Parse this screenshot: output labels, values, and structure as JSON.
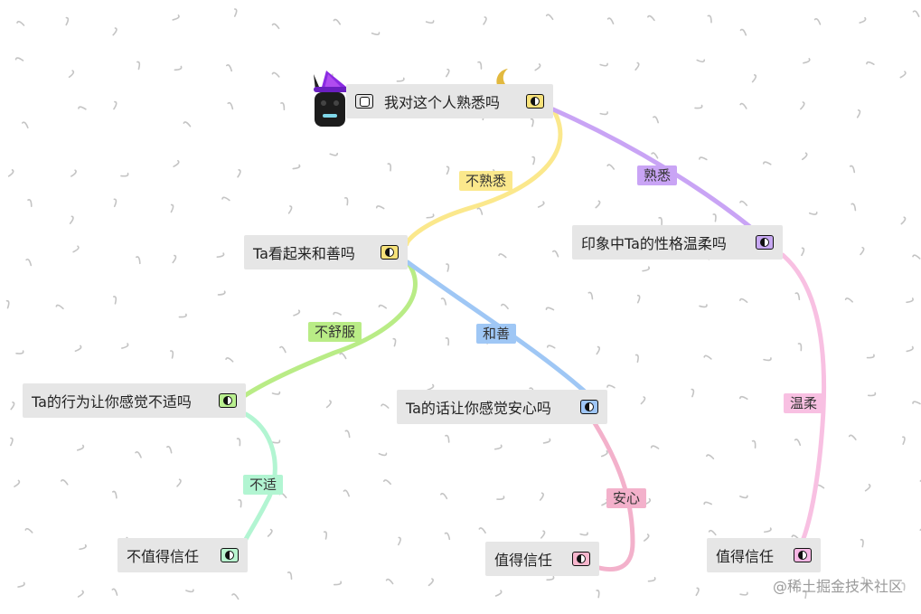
{
  "nodes": {
    "root": {
      "label": "我对这个人熟悉吗",
      "toggle_color": "#f7e27a"
    },
    "kind": {
      "label": "Ta看起来和善吗",
      "toggle_color": "#f7e27a"
    },
    "gentle": {
      "label": "印象中Ta的性格温柔吗",
      "toggle_color": "#c7a8f2"
    },
    "behavior": {
      "label": "Ta的行为让你感觉不适吗",
      "toggle_color": "#b9ef8f"
    },
    "words": {
      "label": "Ta的话让你感觉安心吗",
      "toggle_color": "#9fc6f7"
    },
    "untrust": {
      "label": "不值得信任",
      "toggle_color": "#b9f5cf"
    },
    "trust1": {
      "label": "值得信任",
      "toggle_color": "#f7b6cd"
    },
    "trust2": {
      "label": "值得信任",
      "toggle_color": "#f7b6e4"
    }
  },
  "edges": {
    "unfamiliar": {
      "label": "不熟悉",
      "color": "#fbe88c"
    },
    "familiar": {
      "label": "熟悉",
      "color": "#c9a4f5"
    },
    "uncomfortable": {
      "label": "不舒服",
      "color": "#b9ec86"
    },
    "kind": {
      "label": "和善",
      "color": "#9fc7f5"
    },
    "gentle": {
      "label": "温柔",
      "color": "#f8c0e2"
    },
    "unsuitable": {
      "label": "不适",
      "color": "#b2f5d2"
    },
    "reassured": {
      "label": "安心",
      "color": "#f3b1cb"
    }
  },
  "watermark": "@稀土掘金技术社区"
}
